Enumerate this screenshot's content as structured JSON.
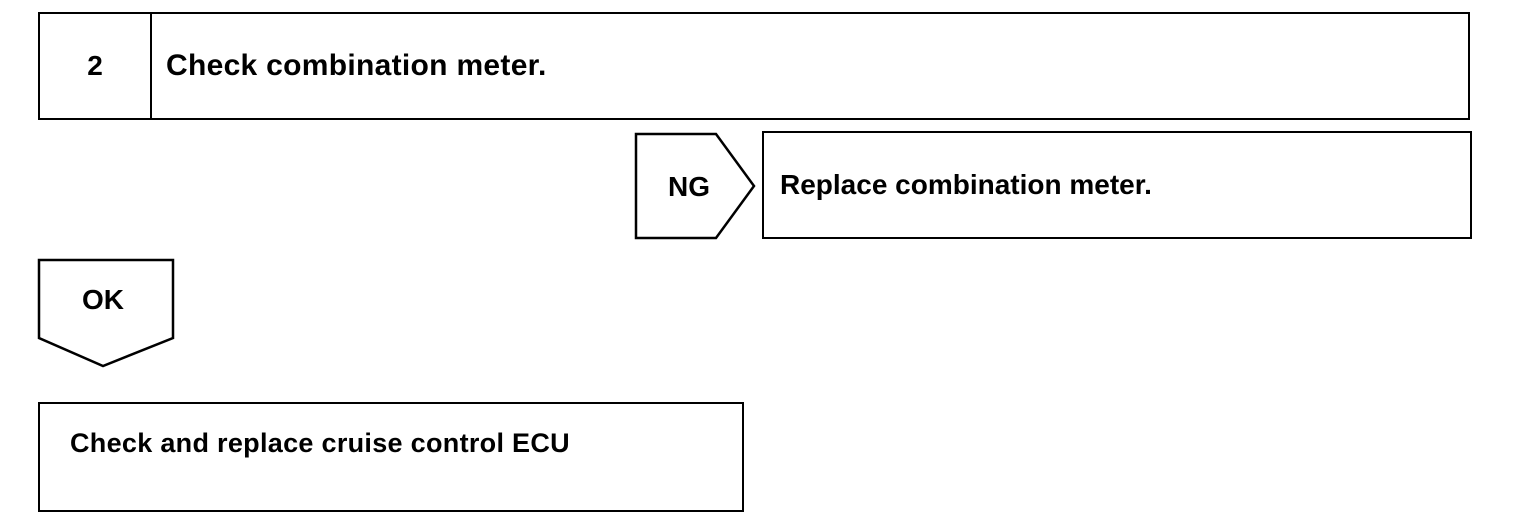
{
  "step": {
    "number": "2",
    "title": "Check combination meter."
  },
  "ng_branch": {
    "label": "NG",
    "action": "Replace combination meter."
  },
  "ok_branch": {
    "label": "OK",
    "action": "Check and replace cruise control ECU"
  }
}
